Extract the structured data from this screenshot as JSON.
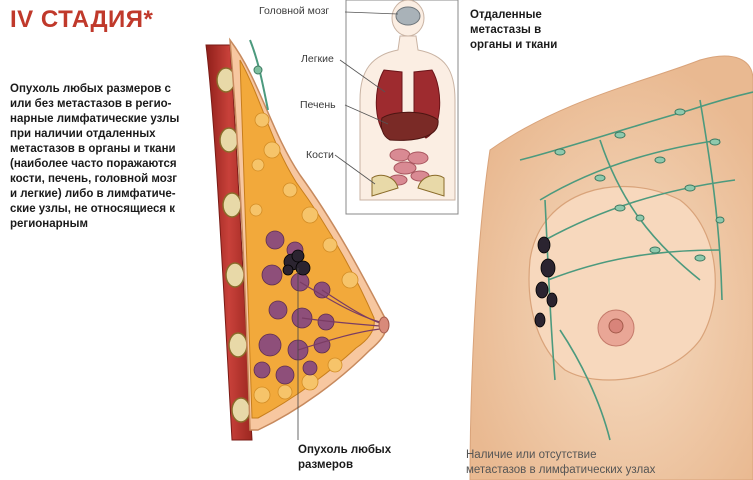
{
  "title": "IV СТАДИЯ*",
  "description_lines": [
    "Опухоль любых размеров с",
    "или без метастазов в регио-",
    "нарные лимфатические узлы",
    "при наличии отдаленных",
    "метастазов в органы и ткани",
    "(наиболее часто поражаются",
    "кости, печень, головной мозг",
    "и легкие) либо в лимфатиче-",
    "ские узлы, не относящиеся к",
    "регионарным"
  ],
  "organ_labels": {
    "brain": "Головной мозг",
    "lungs": "Легкие",
    "liver": "Печень",
    "bones": "Кости"
  },
  "distant_label_lines": [
    "Отдаленные",
    "метастазы в",
    "органы и ткани"
  ],
  "tumor_label_lines": [
    "Опухоль любых",
    "размеров"
  ],
  "node_label_lines": [
    "Наличие или отсутствие",
    "метастазов в лимфатических узлах"
  ],
  "colors": {
    "title": "#c0392b",
    "muscle": "#b8322a",
    "fat": "#f2a93b",
    "lobules": "#8e4f7a",
    "tumor": "#2b2430",
    "skin": "#f3d0b0",
    "lymph": "#4c9a7e"
  }
}
